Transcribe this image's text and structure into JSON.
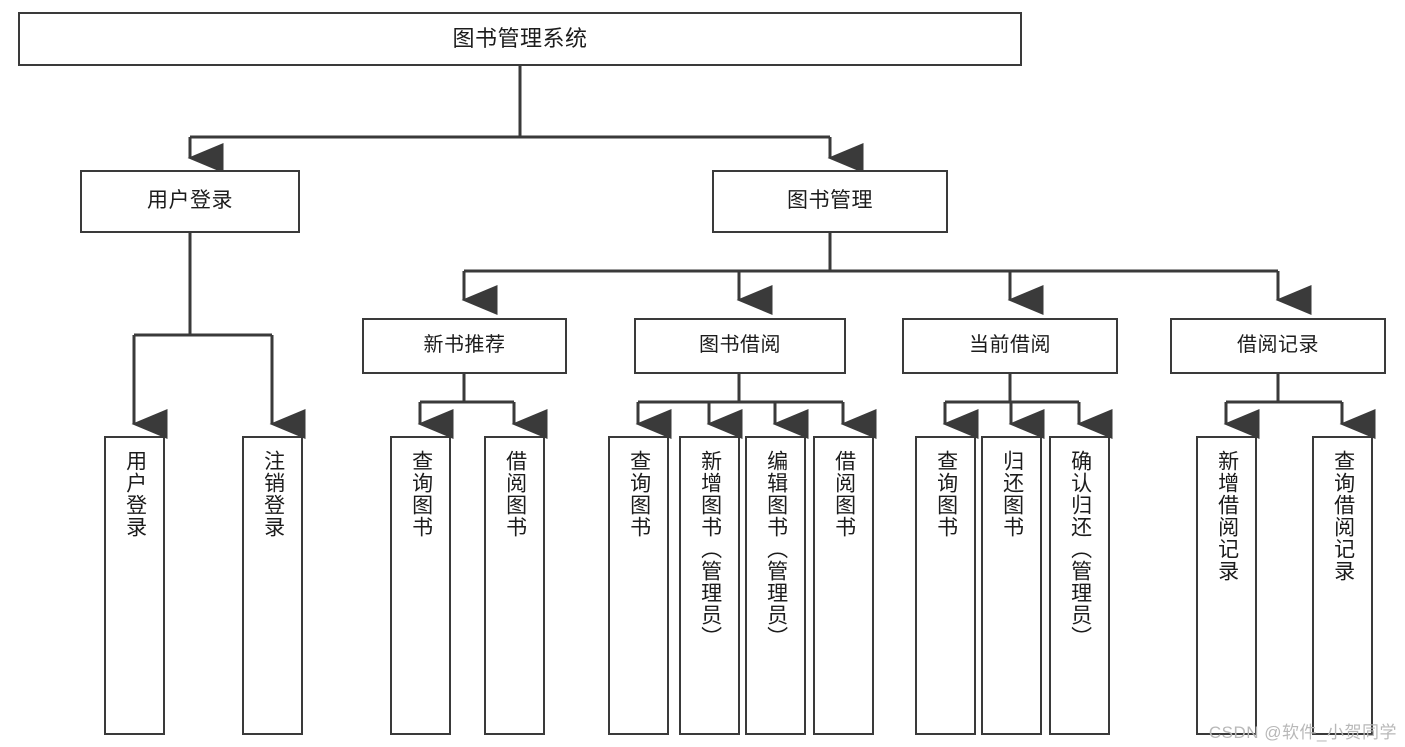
{
  "diagram": {
    "title": "图书管理系统",
    "watermark": "CSDN @软件_小贺同学",
    "line_color": "#3a3a3a",
    "box_border_color": "#3a3a3a",
    "box_fill_color": "#ffffff",
    "text_color": "#1c1c1c",
    "watermark_color": "#b8b8b8"
  },
  "nodes": {
    "root": {
      "label": "图书管理系统"
    },
    "level2": [
      {
        "label": "用户登录"
      },
      {
        "label": "图书管理"
      }
    ],
    "level3": [
      {
        "label": "新书推荐"
      },
      {
        "label": "图书借阅"
      },
      {
        "label": "当前借阅"
      },
      {
        "label": "借阅记录"
      }
    ],
    "leaves": {
      "user_login": [
        {
          "label": "用户登录"
        },
        {
          "label": "注销登录"
        }
      ],
      "new_book_recommend": [
        {
          "label": "查询图书"
        },
        {
          "label": "借阅图书"
        }
      ],
      "book_borrow": [
        {
          "label": "查询图书"
        },
        {
          "label": "新增图书（管理员）"
        },
        {
          "label": "编辑图书（管理员）"
        },
        {
          "label": "借阅图书"
        }
      ],
      "current_borrow": [
        {
          "label": "查询图书"
        },
        {
          "label": "归还图书"
        },
        {
          "label": "确认归还（管理员）"
        }
      ],
      "borrow_record": [
        {
          "label": "新增借阅记录"
        },
        {
          "label": "查询借阅记录"
        }
      ]
    }
  }
}
